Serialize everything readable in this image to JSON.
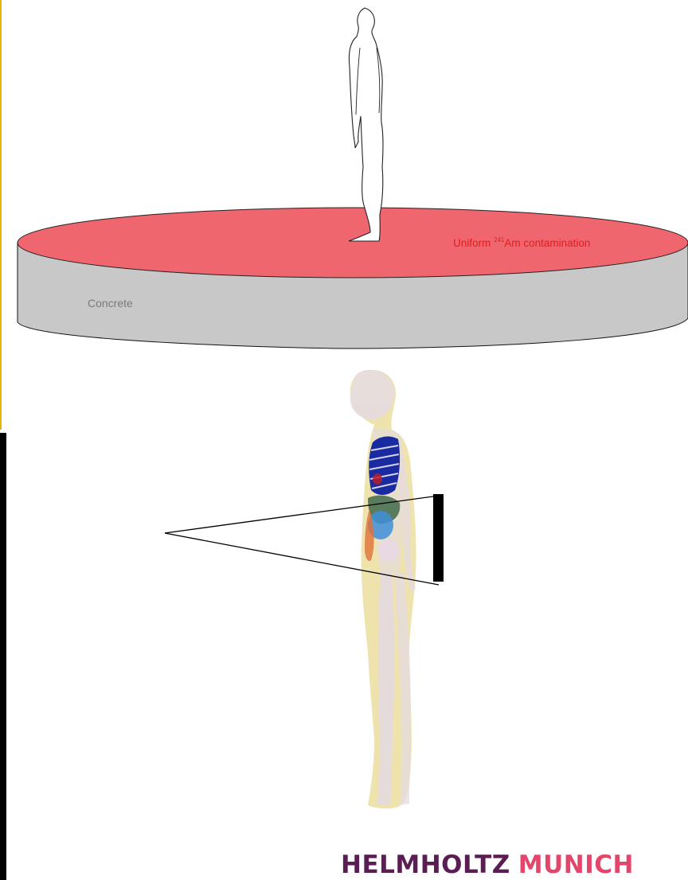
{
  "labels": {
    "contamination_prefix": "Uniform ",
    "contamination_isotope": "241",
    "contamination_suffix": "Am contamination",
    "base": "Concrete"
  },
  "logo": {
    "word1": "HELMHOLTZ",
    "word2": "MUNICH"
  },
  "colors": {
    "contamination": "#f0666e",
    "concrete": "#c8c8c8",
    "contamination_text": "#e01e1e",
    "concrete_text": "#7a7a7a",
    "frame_border": "#e8b400",
    "logo_primary": "#5a1e52",
    "logo_accent": "#e3456b"
  }
}
